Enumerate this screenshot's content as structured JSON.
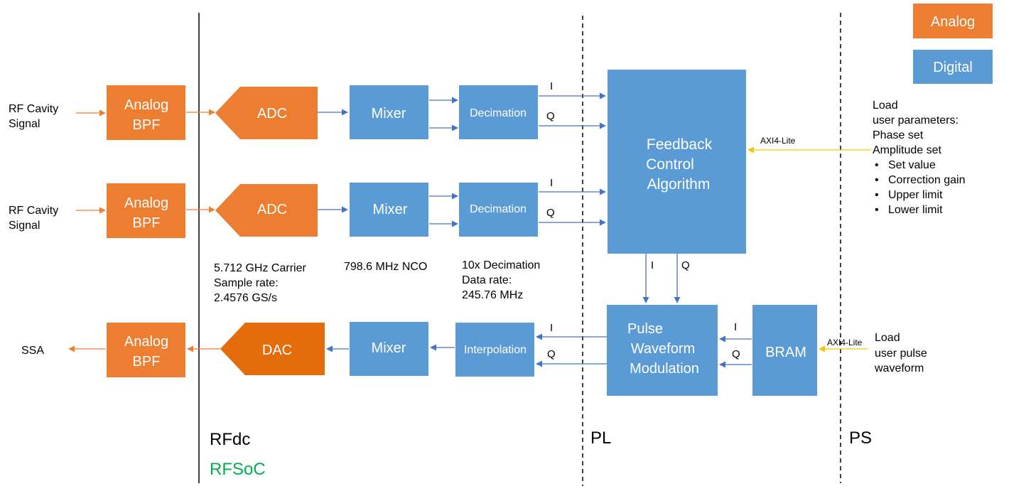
{
  "legend": {
    "analog": "Analog",
    "digital": "Digital"
  },
  "colors": {
    "analog": "#ED7D31",
    "analog_dark": "#E46C0A",
    "digital": "#5B9BD5",
    "axi": "#FFC000",
    "rfsoc": "#00B050"
  },
  "inputs": {
    "rf1_l1": "RF Cavity",
    "rf1_l2": "Signal",
    "rf2_l1": "RF Cavity",
    "rf2_l2": "Signal",
    "ssa": "SSA"
  },
  "blocks": {
    "bpf_l1": "Analog",
    "bpf_l2": "BPF",
    "adc": "ADC",
    "dac": "DAC",
    "mixer": "Mixer",
    "decimation": "Decimation",
    "interpolation": "Interpolation",
    "feedback": [
      "Feedback",
      "Control",
      "Algorithm"
    ],
    "pulse": [
      "Pulse",
      "Waveform",
      "Modulation"
    ],
    "bram": "BRAM"
  },
  "iq": {
    "i": "I",
    "q": "Q"
  },
  "notes": {
    "adc": [
      "5.712 GHz Carrier",
      "Sample rate:",
      "2.4576 GS/s"
    ],
    "nco": "798.6 MHz NCO",
    "dec": [
      "10x Decimation",
      "Data rate:",
      "245.76 MHz"
    ]
  },
  "axi": "AXI4-Lite",
  "params": {
    "lines": [
      "Load",
      "user parameters:",
      "Phase set",
      "Amplitude set"
    ],
    "bullets": [
      "Set value",
      "Correction gain",
      "Upper limit",
      "Lower limit"
    ]
  },
  "pulse_load": [
    "Load",
    "user pulse",
    "waveform"
  ],
  "regions": {
    "rfdc": "RFdc",
    "rfsoc": "RFSoC",
    "pl": "PL",
    "ps": "PS"
  }
}
